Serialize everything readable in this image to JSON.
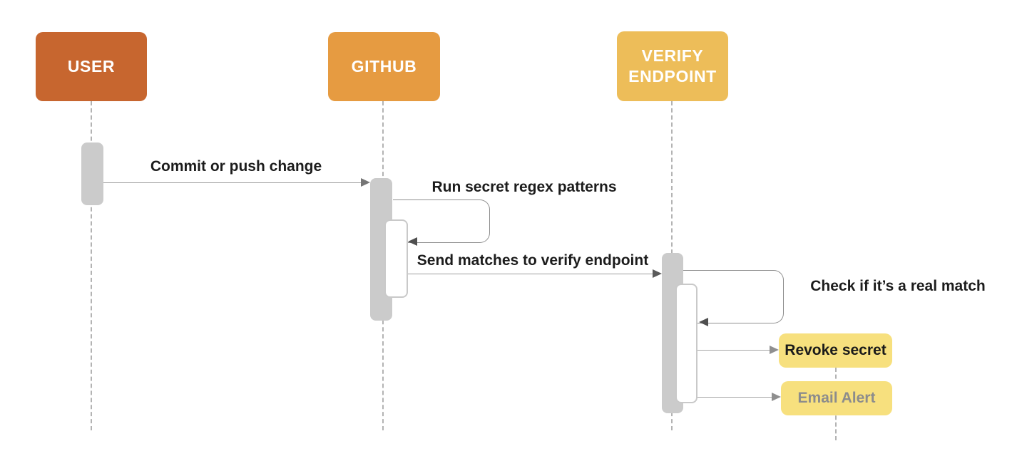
{
  "diagram": {
    "type": "sequence-diagram",
    "actors": [
      {
        "label": "USER",
        "bg": "#C7662F",
        "text_color": "#FFFFFF"
      },
      {
        "label": "GITHUB",
        "bg": "#E69B41",
        "text_color": "#FFFFFF"
      },
      {
        "label": "VERIFY ENDPOINT",
        "bg": "#EDBD59",
        "text_color": "#FFFFFF"
      }
    ],
    "messages": [
      {
        "label": "Commit or push change",
        "from": "USER",
        "to": "GITHUB",
        "kind": "arrow"
      },
      {
        "label": "Run secret regex patterns",
        "from": "GITHUB",
        "to": "GITHUB",
        "kind": "self-loop"
      },
      {
        "label": "Send matches to verify endpoint",
        "from": "GITHUB",
        "to": "VERIFY ENDPOINT",
        "kind": "arrow"
      },
      {
        "label": "Check if it’s a real match",
        "from": "VERIFY ENDPOINT",
        "to": "VERIFY ENDPOINT",
        "kind": "self-loop"
      },
      {
        "label": "",
        "from": "VERIFY ENDPOINT",
        "to": "Revoke secret",
        "kind": "arrow"
      },
      {
        "label": "",
        "from": "VERIFY ENDPOINT",
        "to": "Email Alert",
        "kind": "arrow"
      }
    ],
    "notes": [
      {
        "label": "Revoke secret",
        "bg": "#F7E07E",
        "text_color": "#1A1A1A"
      },
      {
        "label": "Email Alert",
        "bg": "#F7E07E",
        "text_color": "#8C8C8C"
      }
    ],
    "style": {
      "lifeline_color": "#B3B3B3",
      "activation_color": "#CBCBCB",
      "arrow_line_color": "#9E9E9E",
      "label_color": "#1C1C1C",
      "background": "#FFFFFF"
    }
  }
}
